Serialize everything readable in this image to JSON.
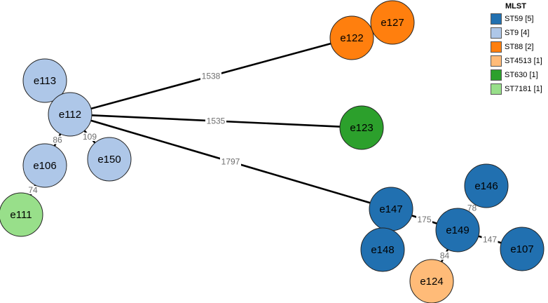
{
  "legend": {
    "title": "MLST",
    "items": [
      {
        "label": "ST59 [5]",
        "color": "#2170b0"
      },
      {
        "label": "ST9 [4]",
        "color": "#aec7e8"
      },
      {
        "label": "ST88 [2]",
        "color": "#ff7f0e"
      },
      {
        "label": "ST4513 [1]",
        "color": "#ffbb78"
      },
      {
        "label": "ST630 [1]",
        "color": "#2ca02c"
      },
      {
        "label": "ST7181 [1]",
        "color": "#98df8a"
      }
    ]
  },
  "nodes": [
    {
      "id": "e113",
      "label": "e113",
      "group": "ST9 [4]"
    },
    {
      "id": "e112",
      "label": "e112",
      "group": "ST9 [4]"
    },
    {
      "id": "e106",
      "label": "e106",
      "group": "ST9 [4]"
    },
    {
      "id": "e150",
      "label": "e150",
      "group": "ST9 [4]"
    },
    {
      "id": "e111",
      "label": "e111",
      "group": "ST7181 [1]"
    },
    {
      "id": "e122",
      "label": "e122",
      "group": "ST88 [2]"
    },
    {
      "id": "e127",
      "label": "e127",
      "group": "ST88 [2]"
    },
    {
      "id": "e123",
      "label": "e123",
      "group": "ST630 [1]"
    },
    {
      "id": "e147",
      "label": "e147",
      "group": "ST59 [5]"
    },
    {
      "id": "e148",
      "label": "e148",
      "group": "ST59 [5]"
    },
    {
      "id": "e149",
      "label": "e149",
      "group": "ST59 [5]"
    },
    {
      "id": "e146",
      "label": "e146",
      "group": "ST59 [5]"
    },
    {
      "id": "e107",
      "label": "e107",
      "group": "ST59 [5]"
    },
    {
      "id": "e124",
      "label": "e124",
      "group": "ST4513 [1]"
    }
  ],
  "edges": [
    {
      "source": "e112",
      "target": "e122",
      "label": "1538"
    },
    {
      "source": "e112",
      "target": "e123",
      "label": "1535"
    },
    {
      "source": "e112",
      "target": "e147",
      "label": "1797"
    },
    {
      "source": "e112",
      "target": "e106",
      "label": "86"
    },
    {
      "source": "e112",
      "target": "e150",
      "label": "109"
    },
    {
      "source": "e106",
      "target": "e111",
      "label": "74"
    },
    {
      "source": "e147",
      "target": "e149",
      "label": "175"
    },
    {
      "source": "e149",
      "target": "e146",
      "label": "78"
    },
    {
      "source": "e149",
      "target": "e107",
      "label": "147"
    },
    {
      "source": "e149",
      "target": "e124",
      "label": "84"
    }
  ]
}
